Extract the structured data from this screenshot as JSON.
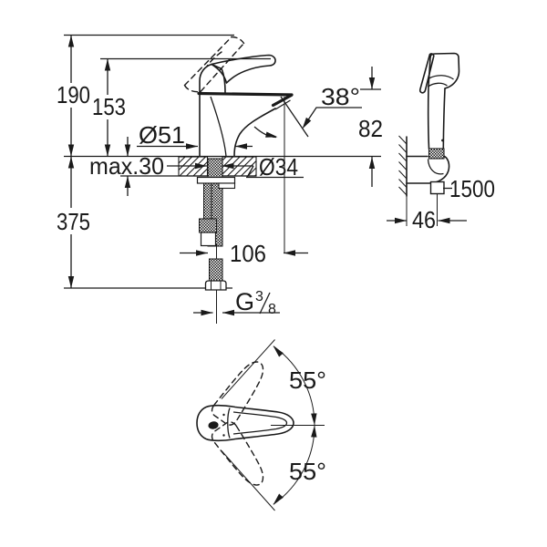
{
  "colors": {
    "line": "#1a1a1a",
    "background": "#ffffff"
  },
  "front_view": {
    "labels": {
      "total_height": "190",
      "lever_height": "153",
      "base_diameter": "Ø51",
      "max_deck_thickness": "max.30",
      "below_deck_length": "375",
      "hole_diameter": "Ø34",
      "reach": "106",
      "stream_angle": "38°",
      "outlet_height": "82",
      "thread_prefix": "G",
      "thread_numerator": "3",
      "thread_slash": "/",
      "thread_denominator": "8"
    }
  },
  "side_view": {
    "labels": {
      "hose_length": "1500",
      "wall_distance": "46"
    }
  },
  "top_view": {
    "labels": {
      "swivel_angle_up": "55°",
      "swivel_angle_down": "55°"
    }
  }
}
